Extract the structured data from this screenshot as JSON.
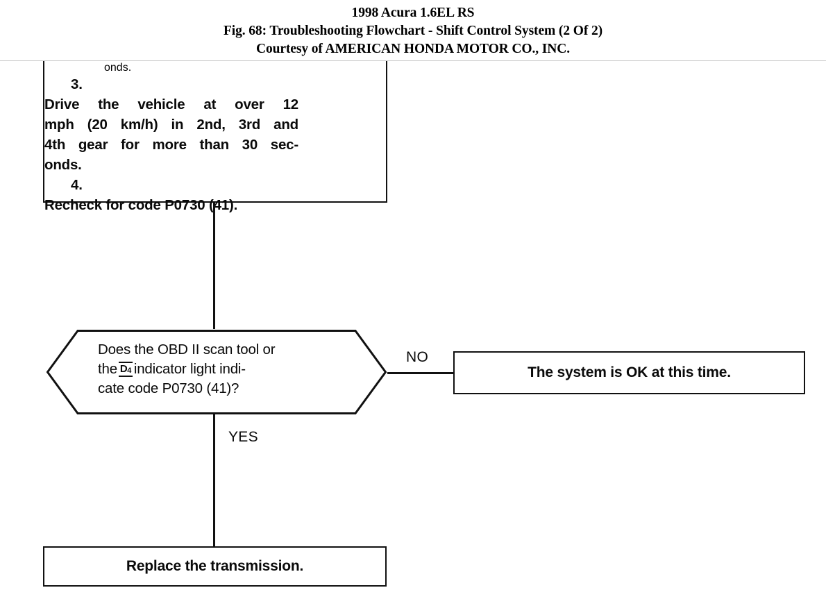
{
  "header": {
    "line1": "1998 Acura 1.6EL RS",
    "line2": "Fig. 68: Troubleshooting Flowchart - Shift Control System (2 Of 2)",
    "line3": "Courtesy of AMERICAN HONDA MOTOR CO., INC."
  },
  "flowchart": {
    "title": "Troubleshooting Flowchart - Shift Control System (2 Of 2)",
    "process_box": {
      "continued_line": "onds.",
      "steps": [
        {
          "number": "3.",
          "lines": [
            "Drive the vehicle at over 12",
            "mph (20 km/h) in 2nd, 3rd and",
            "4th gear for more than 30 sec-",
            "onds."
          ]
        },
        {
          "number": "4.",
          "lines": [
            "Recheck for code P0730 (41)."
          ]
        }
      ]
    },
    "decision": {
      "line1": "Does the OBD II scan tool or",
      "line2_before": "the",
      "indicator_symbol": "D",
      "indicator_subscript": "4",
      "line2_after": "indicator light indi-",
      "line3": "cate code P0730 (41)?"
    },
    "branches": {
      "no_label": "NO",
      "yes_label": "YES"
    },
    "terminal_no": "The system is OK at this time.",
    "terminal_yes": "Replace the transmission."
  },
  "colors": {
    "ink": "#111111",
    "background": "#ffffff",
    "rule": "#c9c9c9"
  }
}
